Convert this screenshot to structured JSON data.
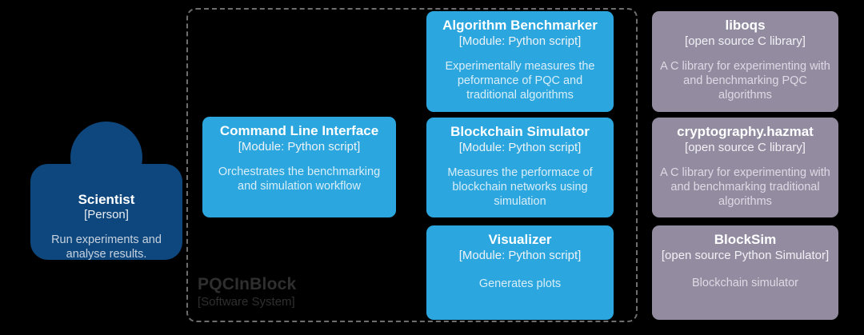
{
  "diagram": {
    "type": "C4 container diagram",
    "background_color": "#000000",
    "boundary": {
      "title": "PQCInBlock",
      "subtitle": "[Software System]",
      "style": "dashed",
      "color": "#6e6e6e"
    },
    "colors": {
      "person": "#0E477E",
      "container": "#2BA6DE",
      "external_system": "#938CA1",
      "boundary_label": "#2F2F2F"
    },
    "person": {
      "title": "Scientist",
      "tech": "[Person]",
      "description": "Run experiments and analyse results."
    },
    "containers": [
      {
        "id": "cli",
        "title": "Command Line Interface",
        "tech": "[Module: Python script]",
        "description": "Orchestrates the benchmarking and simulation workflow"
      },
      {
        "id": "benchmarker",
        "title": "Algorithm Benchmarker",
        "tech": "[Module: Python script]",
        "description": "Experimentally measures the peformance of PQC and traditional algorithms"
      },
      {
        "id": "blockchain_simulator",
        "title": "Blockchain Simulator",
        "tech": "[Module: Python script]",
        "description": "Measures the performace of blockchain networks using simulation"
      },
      {
        "id": "visualizer",
        "title": "Visualizer",
        "tech": "[Module: Python script]",
        "description": "Generates plots"
      }
    ],
    "external_systems": [
      {
        "id": "liboqs",
        "title": "liboqs",
        "tech": "[open source C library]",
        "description": "A C library for experimenting with and benchmarking PQC algorithms"
      },
      {
        "id": "hazmat",
        "title": "cryptography.hazmat",
        "tech": "[open source C library]",
        "description": "A C library for experimenting with and benchmarking traditional algorithms"
      },
      {
        "id": "blocksim",
        "title": "BlockSim",
        "tech": "[open source Python Simulator]",
        "description": "Blockchain simulator"
      }
    ]
  }
}
